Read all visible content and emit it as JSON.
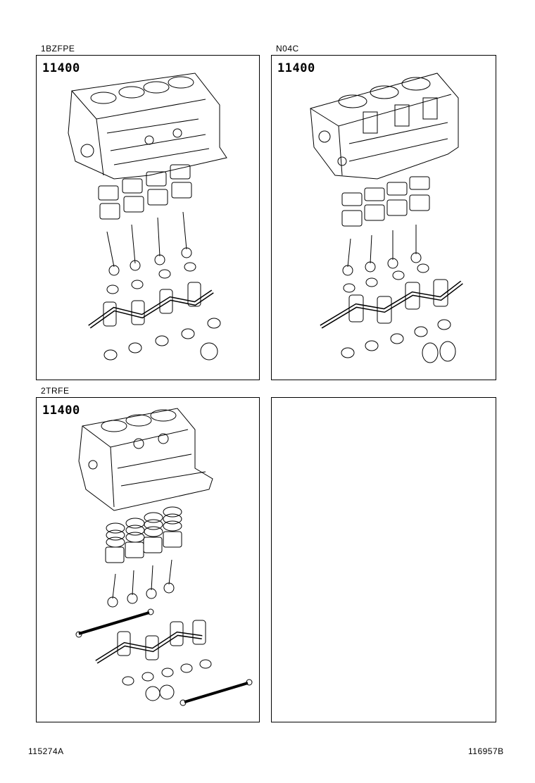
{
  "panels": [
    {
      "engine": "1BZFPE",
      "part_number": "11400",
      "illustration": "engine-block-assembly-icon"
    },
    {
      "engine": "N04C",
      "part_number": "11400",
      "illustration": "engine-block-assembly-icon"
    },
    {
      "engine": "2TRFE",
      "part_number": "11400",
      "illustration": "engine-block-assembly-icon"
    },
    {
      "engine": "",
      "part_number": "",
      "illustration": ""
    }
  ],
  "footer": {
    "left_code": "115274A",
    "right_code": "116957B"
  }
}
